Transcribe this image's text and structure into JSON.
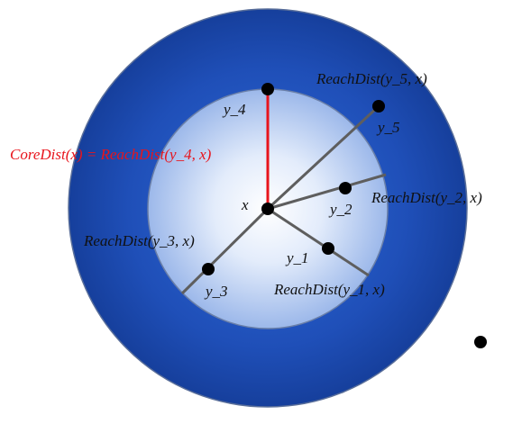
{
  "diagram": {
    "center_point_label": "x",
    "points": {
      "y1": "y_1",
      "y2": "y_2",
      "y3": "y_3",
      "y4": "y_4",
      "y5": "y_5"
    },
    "edge_labels": {
      "y1": "ReachDist(y_1, x)",
      "y2": "ReachDist(y_2, x)",
      "y3": "ReachDist(y_3, x)",
      "y5": "ReachDist(y_5, x)"
    },
    "core_distance_label": "CoreDist(x) = ReachDist(y_4, x)",
    "colors": {
      "outer_disk": "#1f4fb8",
      "inner_disk_center": "#ffffff",
      "inner_disk_edge": "#9cb8ea",
      "core_line": "#e8141c",
      "reach_lines": "#5e5e5e",
      "point": "#000000",
      "core_label": "#e8141c"
    }
  }
}
